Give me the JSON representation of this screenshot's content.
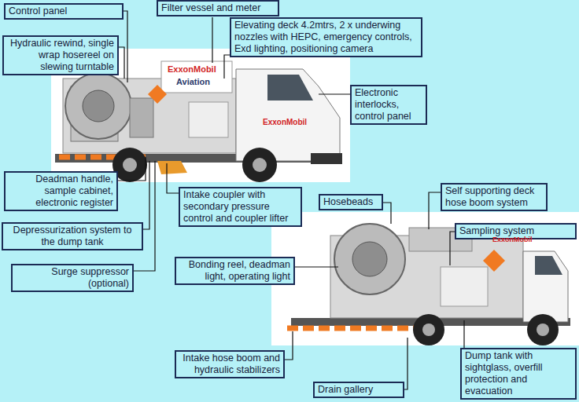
{
  "diagram": {
    "nodes": [
      {
        "text": [
          "Control panel"
        ]
      },
      {
        "text": [
          "Hydraulic rewind, single wrap hosereel on slewing turntable"
        ]
      },
      {
        "text": [
          "Filter vessel and meter"
        ]
      },
      {
        "text": [
          "Elevating deck 4.2mtrs, 2 x underwing nozzles with HEPC, emergency controls, Exd lighting, positioning camera"
        ]
      },
      {
        "text": [
          "Electronic interlocks, control panel"
        ]
      },
      {
        "text": [
          "Deadman handle, sample cabinet, electronic register"
        ]
      },
      {
        "text": [
          "Intake coupler with secondary pressure control and coupler lifter"
        ]
      },
      {
        "text": [
          "Hosebeads"
        ]
      },
      {
        "text": [
          "Self supporting deck hose boom system"
        ]
      },
      {
        "text": [
          "Sampling system"
        ]
      },
      {
        "text": [
          "Depressurization system to the dump tank"
        ]
      },
      {
        "text": [
          "Surge suppressor (optional)"
        ]
      },
      {
        "text": [
          "Bonding reel, deadman light, operating light"
        ]
      },
      {
        "text": [
          "Intake hose boom and hydraulic stabilizers"
        ]
      },
      {
        "text": [
          "Drain gallery"
        ]
      },
      {
        "text": [
          "Dump tank with sightglass, overfill protection and evacuation"
        ]
      }
    ],
    "labels": [
      "ExxonMobil",
      "Aviation",
      "ExxonMobil",
      "ExxonMobil"
    ]
  }
}
